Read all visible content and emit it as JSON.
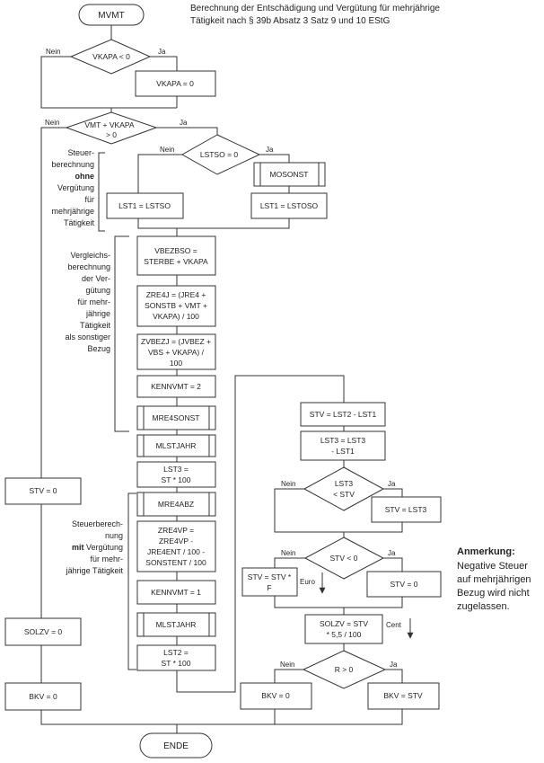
{
  "title_lines": [
    "Berechnung der Entschädigung und Vergütung für mehrjährige",
    "Tätigkeit nach § 39b Absatz 3 Satz 9 und 10 EStG"
  ],
  "nodes": {
    "start": "MVMT",
    "vkapa_cond": "VKAPA < 0",
    "vkapa_zero": "VKAPA = 0",
    "vmt_cond_1": "VMT + VKAPA",
    "vmt_cond_2": "> 0",
    "lstso_cond": "LSTSO = 0",
    "mosonst": "MOSONST",
    "lst1_lstso_left": "LST1 = LSTSO",
    "lst1_lstoso_right": "LST1 = LSTOSO",
    "vbezbso_1": "VBEZBSO =",
    "vbezbso_2": "STERBE + VKAPA",
    "zre4j_1": "ZRE4J = (JRE4 +",
    "zre4j_2": "SONSTB + VMT +",
    "zre4j_3": "VKAPA) / 100",
    "zvbezj_1": "ZVBEZJ = (JVBEZ +",
    "zvbezj_2": "VBS + VKAPA) /",
    "zvbezj_3": "100",
    "kennvmt2": "KENNVMT = 2",
    "mre4sonst": "MRE4SONST",
    "mlstjahr_1": "MLSTJAHR",
    "lst3_1": "LST3 =",
    "lst3_2": "ST * 100",
    "mre4abz": "MRE4ABZ",
    "zre4vp_1": "ZRE4VP =",
    "zre4vp_2": "ZRE4VP -",
    "zre4vp_3": "JRE4ENT / 100 -",
    "zre4vp_4": "SONSTENT / 100",
    "kennvmt1": "KENNVMT = 1",
    "mlstjahr_2": "MLSTJAHR",
    "lst2_1": "LST2 =",
    "lst2_2": "ST * 100",
    "stv_lst2_lst1": "STV = LST2 - LST1",
    "lst3_lst3_1": "LST3 = LST3",
    "lst3_lst3_2": "- LST1",
    "lst3_stv_cond_1": "LST3",
    "lst3_stv_cond_2": "< STV",
    "stv_lst3": "STV = LST3",
    "stv_neg_cond": "STV < 0",
    "stv_f_1": "STV = STV *",
    "stv_f_2": "F",
    "stv_zero_right": "STV = 0",
    "solzv_1": "SOLZV = STV",
    "solzv_2": "* 5,5 / 100",
    "r_cond": "R > 0",
    "bkv_zero_right": "BKV = 0",
    "bkv_stv": "BKV = STV",
    "stv_zero_left": "STV = 0",
    "solzv_zero_left": "SOLZV = 0",
    "bkv_zero_left": "BKV = 0",
    "end": "ENDE"
  },
  "branch_labels": {
    "nein": "Nein",
    "ja": "Ja",
    "euro": "Euro",
    "cent": "Cent"
  },
  "side_notes": {
    "ohne": [
      "Steuer-",
      "berechnung",
      "ohne",
      "Vergütung",
      "für",
      "mehrjährige",
      "Tätigkeit"
    ],
    "vergleich": [
      "Vergleichs-",
      "berechnung",
      "der Ver-",
      "gütung",
      "für mehr-",
      "jährige",
      "Tätigkeit",
      "als sonstiger",
      "Bezug"
    ],
    "mit": [
      "Steuerberech-",
      "nung",
      "mit Vergütung",
      "für mehr-",
      "jährige Tätigkeit"
    ]
  },
  "remark": {
    "heading": "Anmerkung:",
    "lines": [
      "Negative Steuer",
      "auf mehrjährigen",
      "Bezug wird nicht",
      "zugelassen."
    ]
  }
}
